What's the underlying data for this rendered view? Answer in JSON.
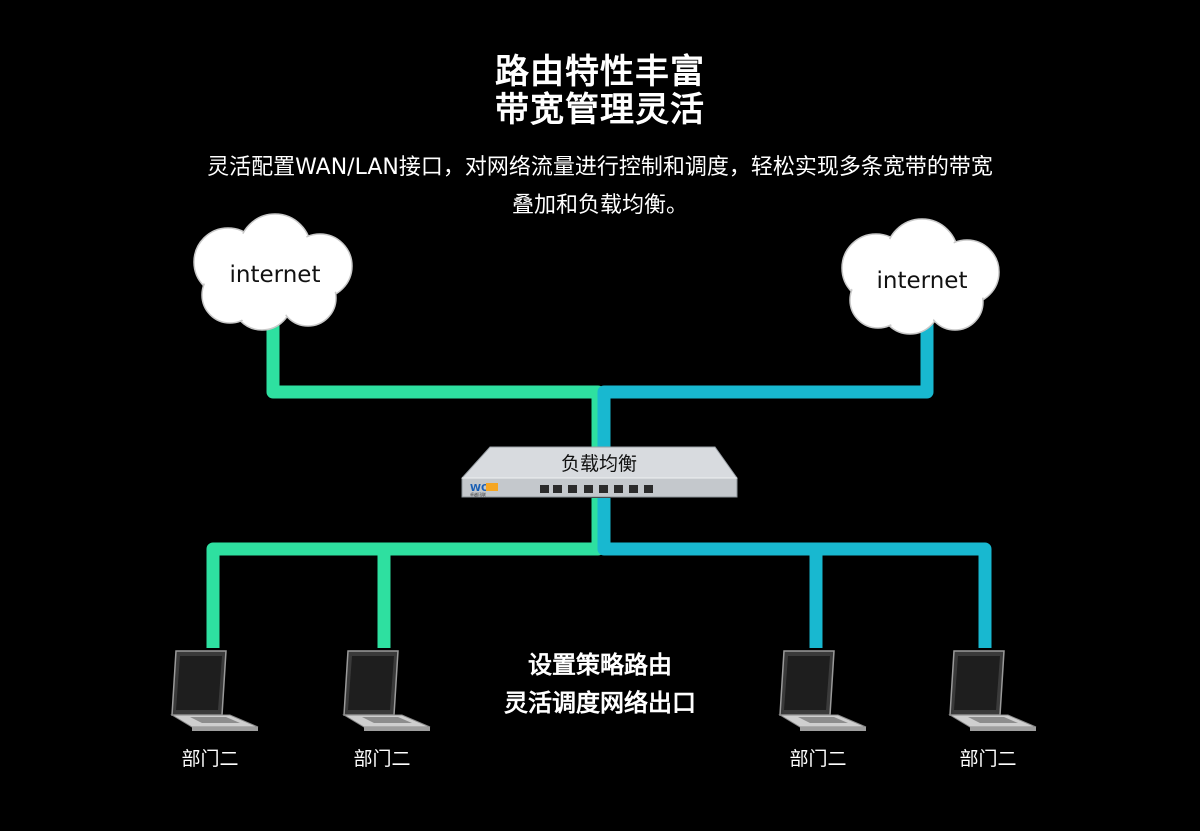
{
  "heading": {
    "line1": "路由特性丰富",
    "line2": "带宽管理灵活"
  },
  "description": {
    "line1": "灵活配置WAN/LAN接口，对网络流量进行控制和调度，轻松实现多条宽带的带宽",
    "line2": "叠加和负载均衡。"
  },
  "clouds": {
    "left": "internet",
    "right": "internet"
  },
  "device": {
    "label": "负载均衡",
    "brand": "WO",
    "brand_sub": "卓越讯联"
  },
  "policy": {
    "line1": "设置策略路由",
    "line2": "灵活调度网络出口"
  },
  "departments": [
    "部门二",
    "部门二",
    "部门二",
    "部门二"
  ],
  "colors": {
    "background": "#000000",
    "green_link": "#2ee0a0",
    "blue_link": "#18b8d0",
    "text": "#ffffff"
  }
}
